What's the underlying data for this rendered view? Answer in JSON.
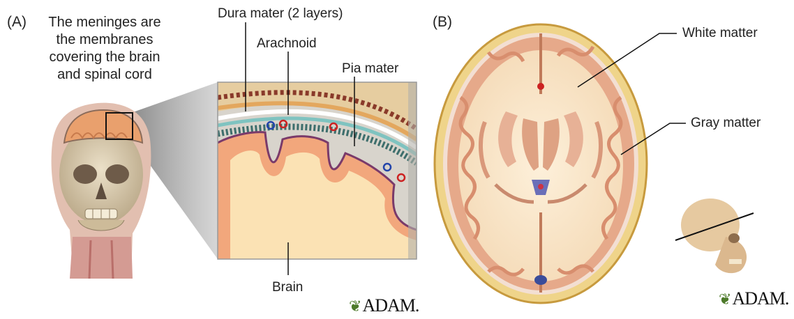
{
  "panel_a": {
    "letter": "(A)",
    "caption_lines": [
      "The meninges are",
      "the membranes",
      "covering the brain",
      "and spinal cord"
    ],
    "labels": {
      "dura": "Dura mater (2 layers)",
      "arachnoid": "Arachnoid",
      "pia": "Pia mater",
      "brain": "Brain"
    },
    "logo": "ADAM."
  },
  "panel_b": {
    "letter": "(B)",
    "labels": {
      "white": "White matter",
      "gray": "Gray matter"
    },
    "logo": "ADAM."
  },
  "colors": {
    "skull": "#d9c9a8",
    "bone_border": "#e8c77a",
    "cortex": "#f2a77c",
    "white_matter": "#fbe7c6",
    "meninges_teal": "#4a8c8a",
    "logo_leaf": "#4d7a2a"
  }
}
